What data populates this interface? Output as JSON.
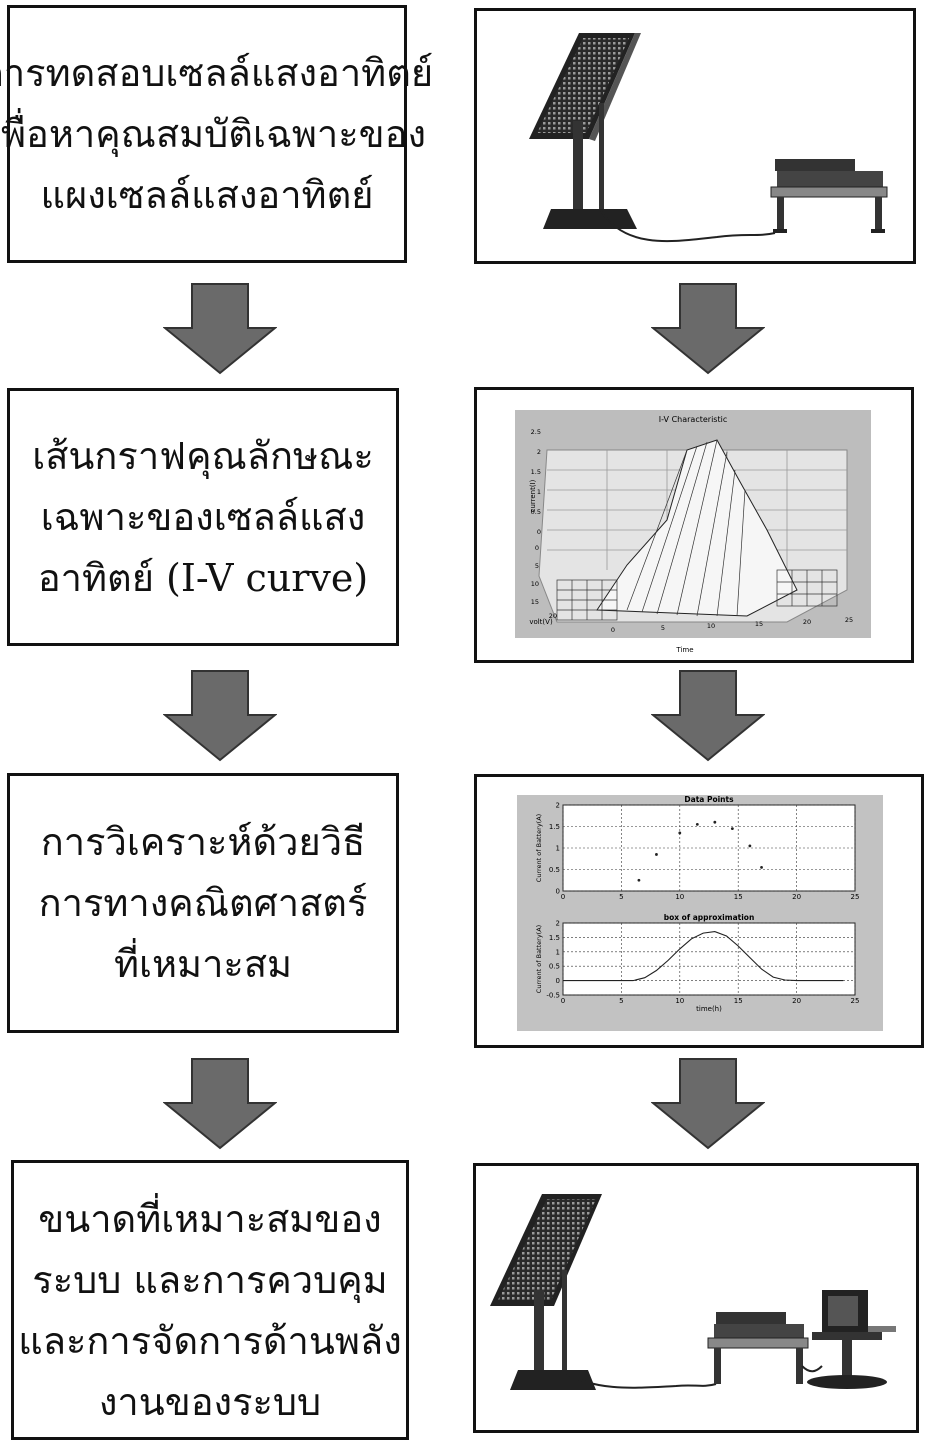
{
  "steps": [
    {
      "lines": [
        "การทดสอบเซลล์แสงอาทิตย์",
        "เพื่อหาคุณสมบัติเฉพาะของ",
        "แผงเซลล์แสงอาทิตย์"
      ]
    },
    {
      "lines": [
        "เส้นกราฟคุณลักษณะ",
        "เฉพาะของเซลล์แสง",
        "อาทิตย์ (I-V curve)"
      ]
    },
    {
      "lines": [
        "การวิเคราะห์ด้วยวิธี",
        "การทางคณิตศาสตร์",
        "ที่เหมาะสม"
      ]
    },
    {
      "lines": [
        "ขนาดที่เหมาะสมของ",
        "ระบบ และการควบคุม",
        "และการจัดการด้านพลัง",
        "งานของระบบ"
      ]
    }
  ],
  "iv_plot": {
    "title": "I-V Characteristic",
    "ylabel": "current(I)",
    "xlabel": "Time",
    "vlabel": "volt(V)",
    "z_ticks": [
      "2.5",
      "2",
      "1.5",
      "1",
      "0.5",
      "0"
    ],
    "time_ticks": [
      "0",
      "5",
      "10",
      "15",
      "20",
      "25"
    ],
    "volt_ticks": [
      "0",
      "5",
      "10",
      "15",
      "20"
    ]
  },
  "chart_data": [
    {
      "type": "scatter",
      "title": "Data Points",
      "xlabel": "",
      "ylabel": "Current of Battery(A)",
      "xlim": [
        0,
        25
      ],
      "ylim": [
        0,
        2
      ],
      "x_ticks": [
        "0",
        "5",
        "10",
        "15",
        "20",
        "25"
      ],
      "y_ticks": [
        "0",
        "0.5",
        "1",
        "1.5",
        "2"
      ],
      "grid": true,
      "x": [
        6.5,
        8,
        10,
        11.5,
        13,
        14.5,
        16,
        17
      ],
      "y": [
        0.25,
        0.85,
        1.35,
        1.55,
        1.6,
        1.45,
        1.05,
        0.55
      ]
    },
    {
      "type": "line",
      "title": "box of approximation",
      "xlabel": "time(h)",
      "ylabel": "Current of Battery(A)",
      "xlim": [
        0,
        25
      ],
      "ylim": [
        -0.5,
        2
      ],
      "x_ticks": [
        "0",
        "5",
        "10",
        "15",
        "20",
        "25"
      ],
      "y_ticks": [
        "-0.5",
        "0",
        "0.5",
        "1",
        "1.5",
        "2"
      ],
      "grid": true,
      "x": [
        0,
        2,
        4,
        6,
        7,
        8,
        9,
        10,
        11,
        12,
        13,
        14,
        15,
        16,
        17,
        18,
        19,
        20,
        22,
        24
      ],
      "y": [
        0,
        0,
        0,
        0,
        0.1,
        0.35,
        0.7,
        1.1,
        1.45,
        1.65,
        1.7,
        1.55,
        1.2,
        0.8,
        0.4,
        0.12,
        0.02,
        0,
        0,
        0
      ]
    }
  ]
}
